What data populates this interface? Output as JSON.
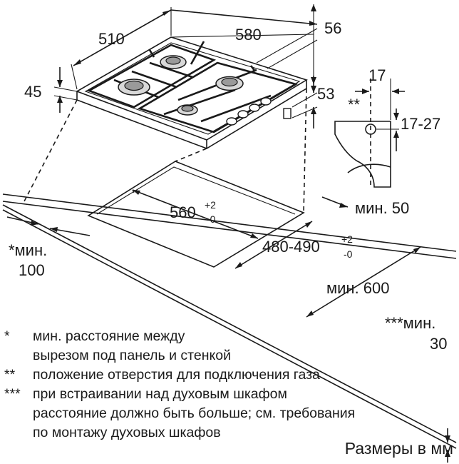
{
  "dimensions": {
    "hob_width": "510",
    "hob_depth": "580",
    "hob_height": "45",
    "edge_56": "56",
    "edge_53": "53",
    "gas_17": "17",
    "gas_17_27": "17-27",
    "cutout_width_base": "560",
    "cutout_width_tol_plus": "+2",
    "cutout_width_tol_minus": "-0",
    "cutout_depth_base": "480-490",
    "cutout_depth_tol_plus": "+2",
    "cutout_depth_tol_minus": "-0",
    "min_50": "мин. 50",
    "min_100_label": "*мин.",
    "min_100_value": "100",
    "min_600": "мин. 600",
    "min_30_label": "***мин.",
    "min_30_value": "30",
    "gas_marker": "**"
  },
  "notes": [
    {
      "mark": "*",
      "text": "мин. расстояние между"
    },
    {
      "mark": "",
      "text": "вырезом под панель и стенкой"
    },
    {
      "mark": "**",
      "text": "положение отверстия для подключения газа"
    },
    {
      "mark": "***",
      "text": "при встраивании над духовым шкафом"
    },
    {
      "mark": "",
      "text": "расстояние должно быть больше; см. требования"
    },
    {
      "mark": "",
      "text": "по монтажу духовых шкафов"
    }
  ],
  "units_label": "Размеры в мм"
}
